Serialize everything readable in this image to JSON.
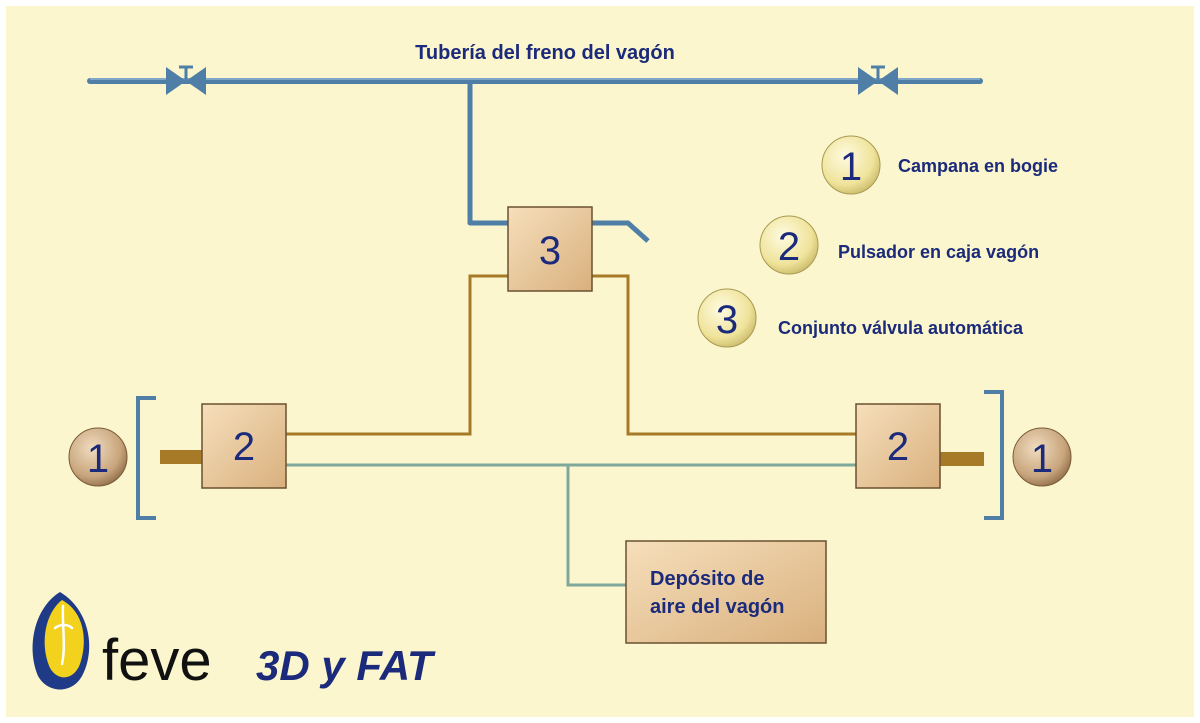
{
  "title": "Tubería del freno del vagón",
  "legend": [
    {
      "number": "1",
      "label": "Campana en bogie"
    },
    {
      "number": "2",
      "label": "Pulsador en caja vagón"
    },
    {
      "number": "3",
      "label": "Conjunto válvula automática"
    }
  ],
  "nodes": {
    "valve_assembly": "3",
    "push_button_left": "2",
    "push_button_right": "2",
    "bell_left": "1",
    "bell_right": "1"
  },
  "reservoir": {
    "line1": "Depósito de",
    "line2": "aire del vagón"
  },
  "logo": {
    "brand": "feve",
    "tagline": "3D y FAT"
  },
  "colors": {
    "background": "#fbf6cd",
    "brake_pipe": "#4f7ea6",
    "bronze_line": "#a67a26",
    "air_line": "#7fa89a",
    "box_fill": "#e8c79a",
    "text_navy": "#1b2a7a"
  }
}
